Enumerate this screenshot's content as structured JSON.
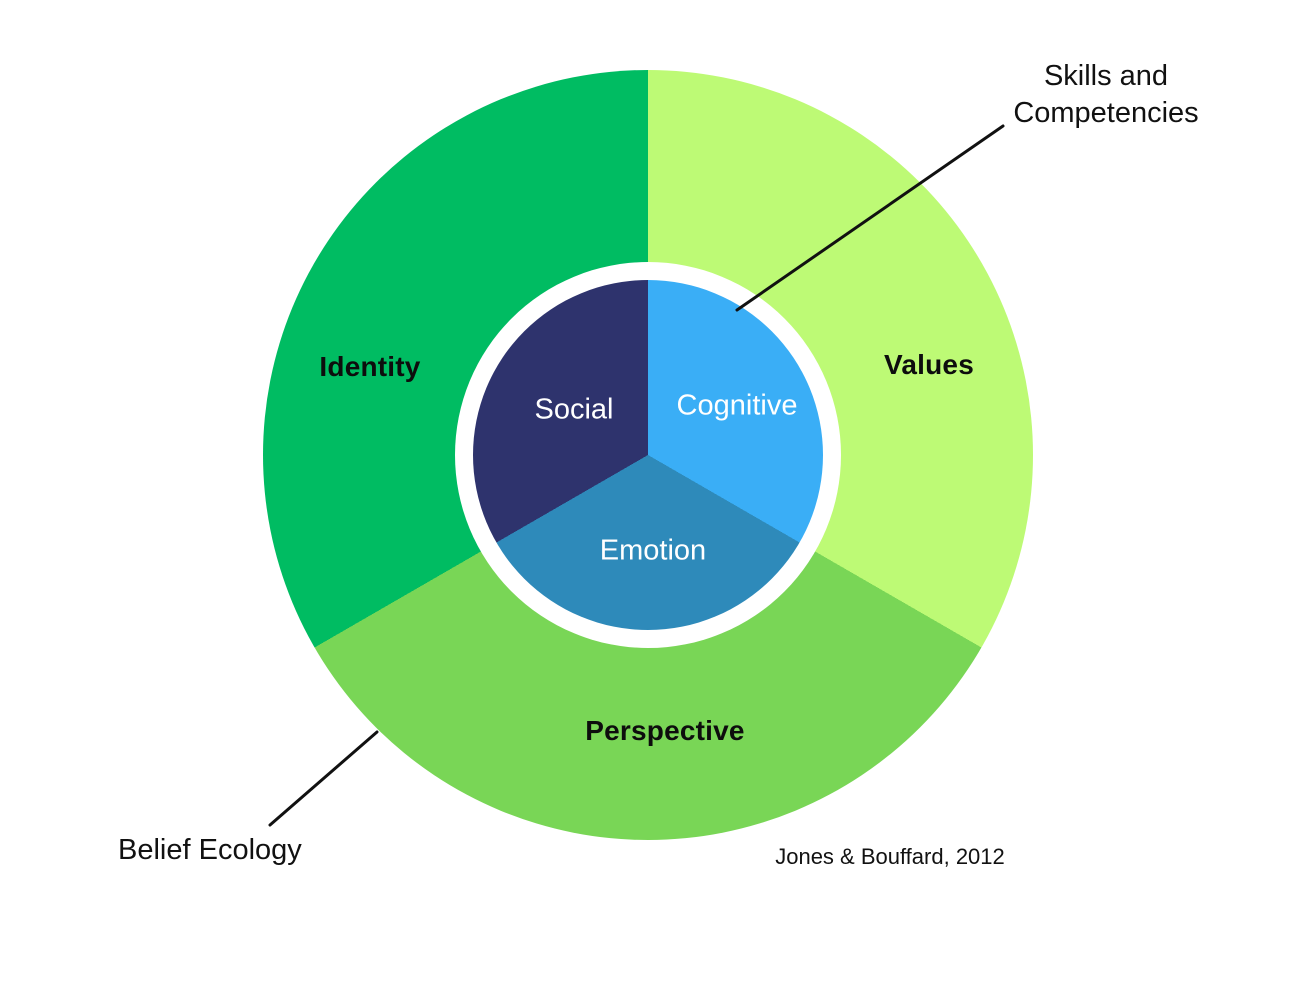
{
  "colors": {
    "background": "#ffffff",
    "text": "#111111",
    "callout_line": "#111111",
    "separator_ring": "#ffffff"
  },
  "chart_data": {
    "type": "pie",
    "subtype": "donut-with-inner-pie",
    "title": "",
    "legend": "none",
    "outer_ring": {
      "radius_px": 385,
      "inner_radius_px": 193,
      "segments": [
        {
          "label": "Values",
          "value": 33.33,
          "color": "#bdfa75",
          "start_deg": 0,
          "end_deg": 120
        },
        {
          "label": "Perspective",
          "value": 33.33,
          "color": "#79d656",
          "start_deg": 120,
          "end_deg": 240
        },
        {
          "label": "Identity",
          "value": 33.33,
          "color": "#00bc62",
          "start_deg": 240,
          "end_deg": 360
        }
      ]
    },
    "inner_pie": {
      "radius_px": 175,
      "segments": [
        {
          "label": "Cognitive",
          "value": 33.33,
          "color": "#3aaef6",
          "start_deg": 0,
          "end_deg": 120
        },
        {
          "label": "Emotion",
          "value": 33.33,
          "color": "#2e8aba",
          "start_deg": 120,
          "end_deg": 240
        },
        {
          "label": "Social",
          "value": 33.33,
          "color": "#2e336d",
          "start_deg": 240,
          "end_deg": 360
        }
      ]
    },
    "annotations": [
      {
        "id": "skills",
        "lines": [
          "Skills and",
          "Competencies"
        ],
        "points_to": "Cognitive"
      },
      {
        "id": "belief",
        "lines": [
          "Belief Ecology"
        ],
        "points_to": "outer ring edge"
      }
    ],
    "citation": "Jones & Bouffard, 2012"
  }
}
